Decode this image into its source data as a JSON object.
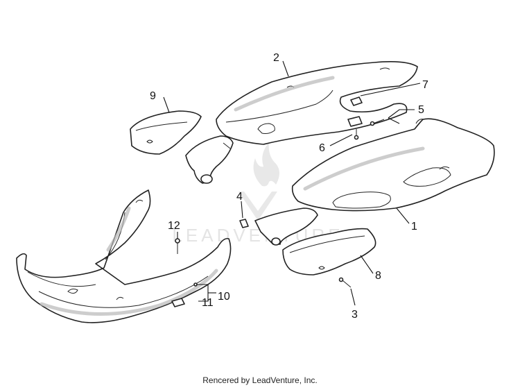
{
  "callouts": {
    "c1": "1",
    "c2": "2",
    "c3": "3",
    "c4": "4",
    "c5": "5",
    "c6": "6",
    "c7": "7",
    "c8": "8",
    "c9": "9",
    "c10": "10",
    "c11": "11",
    "c12": "12"
  },
  "watermark": {
    "text": "LEADVENTURE"
  },
  "footer": {
    "text": "Rencered by LeadVenture, Inc."
  },
  "colors": {
    "line": "#222222",
    "watermark": "#e4e4e4",
    "background": "#ffffff"
  },
  "icons": {
    "watermark_logo": "flame-logo-icon"
  }
}
